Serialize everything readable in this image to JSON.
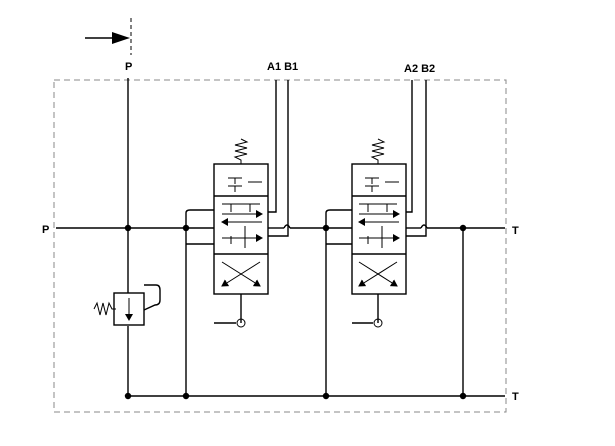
{
  "diagram": {
    "labels": {
      "p_top": "P",
      "p_left": "P",
      "a1b1": "A1 B1",
      "a2b2": "A2 B2",
      "t_right": "T",
      "t_bottom": "T"
    },
    "colors": {
      "line": "#000000",
      "border": "#888888",
      "background": "#ffffff"
    },
    "icons": [
      "flow-direction-arrow-icon",
      "spring-icon",
      "lever-handle-icon",
      "relief-valve-icon"
    ]
  }
}
